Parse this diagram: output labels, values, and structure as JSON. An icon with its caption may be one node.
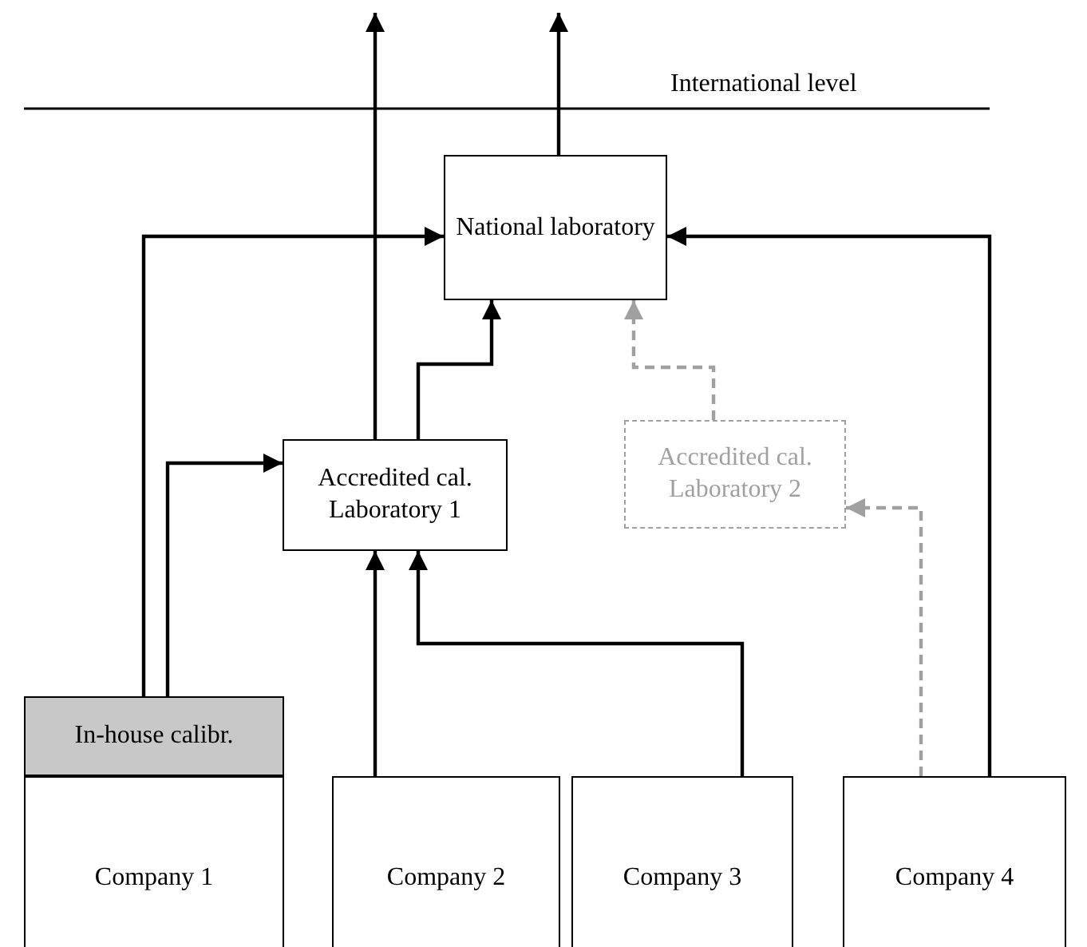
{
  "diagram": {
    "nodes": [
      {
        "text": [
          "National laboratory"
        ]
      },
      {
        "text": [
          "Accredited cal. Laboratory 1"
        ]
      },
      {
        "text": [
          "Accredited cal. Laboratory 2"
        ]
      },
      {
        "text": [
          "In-house calibr."
        ]
      },
      {
        "text": [
          "Company 1"
        ]
      },
      {
        "text": [
          "Company 2"
        ]
      },
      {
        "text": [
          "Company 3"
        ]
      },
      {
        "text": [
          "Company 4"
        ]
      }
    ],
    "edges": [
      {
        "from": 1,
        "to": null,
        "arrow": "to"
      },
      {
        "from": 0,
        "to": null,
        "arrow": "to"
      },
      {
        "from": 3,
        "to": 0,
        "arrow": "to"
      },
      {
        "from": 3,
        "to": 1,
        "arrow": "to"
      },
      {
        "from": 1,
        "to": 0,
        "arrow": "to"
      },
      {
        "from": 5,
        "to": 1,
        "arrow": "to"
      },
      {
        "from": 6,
        "to": 1,
        "arrow": "to"
      },
      {
        "from": 7,
        "to": 0,
        "arrow": "to"
      },
      {
        "from": 7,
        "to": 2,
        "arrow": "to",
        "style": "dashed",
        "color": "#a0a0a0"
      },
      {
        "from": 2,
        "to": 0,
        "arrow": "to",
        "style": "dashed",
        "color": "#a0a0a0"
      }
    ],
    "labels": [
      "International level"
    ]
  }
}
